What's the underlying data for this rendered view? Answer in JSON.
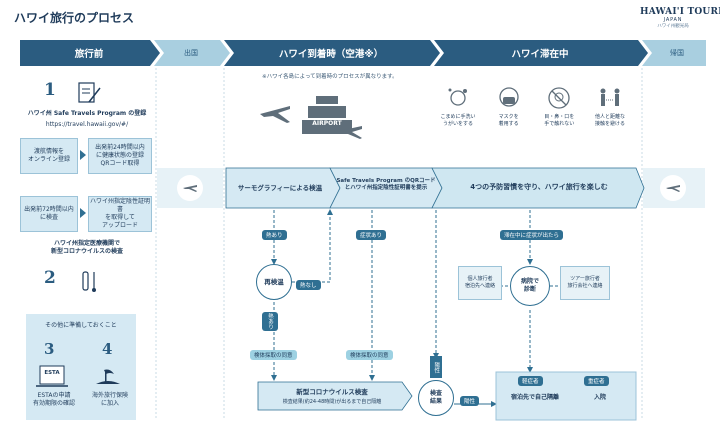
{
  "title": "ハワイ旅行のプロセス",
  "logo": {
    "main": "HAWAI'I TOURISM",
    "sub": "JAPAN",
    "jp": "ハワイ州観光局"
  },
  "phases": {
    "before": "旅行前",
    "departure": "出国",
    "arrival": "ハワイ到着時（空港※）",
    "stay": "ハワイ滞在中",
    "return": "帰国"
  },
  "arrival_note": "※ハワイ各島によって到着時のプロセスが異なります。",
  "step1": {
    "num": "1",
    "title": "ハワイ州 Safe Travels Program の登録",
    "url": "https://travel.hawaii.gov/#/"
  },
  "boxes": {
    "online": "渡航情報を\nオンライン登録",
    "qr": "出発前24時間以内\nに健康状態の登録\nQRコード取得",
    "test72": "出発前72時間以内\nに検査",
    "upload": "ハワイ州指定陰性証明書\nを取得して\nアップロード"
  },
  "step2": {
    "title": "ハワイ州指定医療機関で\n新型コロナウイルスの検査",
    "num": "2"
  },
  "prep": {
    "title": "その他に準備しておくこと",
    "n3": "3",
    "n4": "4",
    "esta_icon_label": "ESTA",
    "esta": "ESTAの申請\n有効期限の確認",
    "insurance": "海外旅行保険\nに加入"
  },
  "airport_sign": "AIRPORT",
  "precautions": [
    {
      "label": "こまめに手洗い\nうがいをする",
      "icon": "handwash-icon"
    },
    {
      "label": "マスクを\n着用する",
      "icon": "mask-icon"
    },
    {
      "label": "目・鼻・口を\n手で触れない",
      "icon": "no-touch-icon"
    },
    {
      "label": "他人と距離な\n接触を避ける",
      "icon": "distance-icon"
    }
  ],
  "flow": {
    "thermo": "サーモグラフィーによる検温",
    "safe_qr": "Safe Travels Program のQRコード\nとハワイ州指定陰性証明書を提示",
    "enjoy": "4つの予防習慣を守り、ハワイ旅行を楽しむ",
    "fever": "熱あり",
    "symptoms": "症状あり",
    "symptoms_stay": "滞在中に症状が出たら",
    "retemp": "再検温",
    "no_fever": "熱なし",
    "fever2": "熱あり",
    "consent1": "検体採取の同意",
    "consent2": "検体採取の同意",
    "test_title": "新型コロナウイルス検査",
    "test_note": "検査結果(約24-48時間)が出るまで自己隔離",
    "positive_v": "陽性",
    "result": "検査\n結果",
    "positive_h": "陽性",
    "individual": "個人旅行者\n宿泊先へ連絡",
    "hospital": "病院で\n診断",
    "tour": "ツアー旅行者\n旅行会社へ連絡",
    "mild_tag": "軽症者",
    "mild": "宿泊先で自己隔離",
    "severe_tag": "重症者",
    "severe": "入院"
  },
  "colors": {
    "dark": "#2f6f92",
    "light": "#d5e9f3",
    "arrow": "#9dc6d9"
  }
}
